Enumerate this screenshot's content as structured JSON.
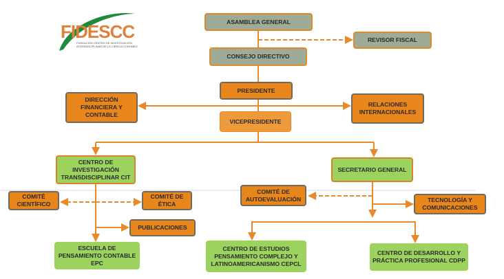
{
  "logo": {
    "name": "FIDESCC",
    "subtitle": "FUNDACIÓN CENTRO DE INVESTIGACIÓN INTERDISCIPLINAR DE LA CIENCIA CONTABLE"
  },
  "colors": {
    "governance": "#9eab96",
    "executive": "#e8861c",
    "center": "#9bd35e",
    "connector": "#e8892a"
  },
  "nodes": {
    "asamblea": "ASAMBLEA GENERAL",
    "revisor": "REVISOR FISCAL",
    "consejo": "CONSEJO DIRECTIVO",
    "presidente": "PRESIDENTE",
    "direccion": "DIRECCIÓN FINANCIERA Y CONTABLE",
    "relaciones": "RELACIONES INTERNACIONALES",
    "vicepresidente": "VICEPRESIDENTE",
    "cit": "CENTRO DE INVESTIGACIÓN TRANSDISCIPLINAR CIT",
    "secretario": "SECRETARIO GENERAL",
    "cientifico": "COMITÉ CIENTÍFICO",
    "etica": "COMITÉ DE ÉTICA",
    "autoevaluacion": "COMITÉ DE AUTOEVALUACIÓN",
    "tecnologia": "TECNOLOGÍA Y COMUNICACIONES",
    "publicaciones": "PUBLICACIONES",
    "epc": "ESCUELA DE PENSAMIENTO CONTABLE EPC",
    "cepcl": "CENTRO DE ESTUDIOS PENSAMIENTO COMPLEJO Y LATINOAMERICANISMO  CEPCL",
    "cdpp": "CENTRO DE DESARROLLO Y PRÁCTICA PROFESIONAL CDPP"
  }
}
